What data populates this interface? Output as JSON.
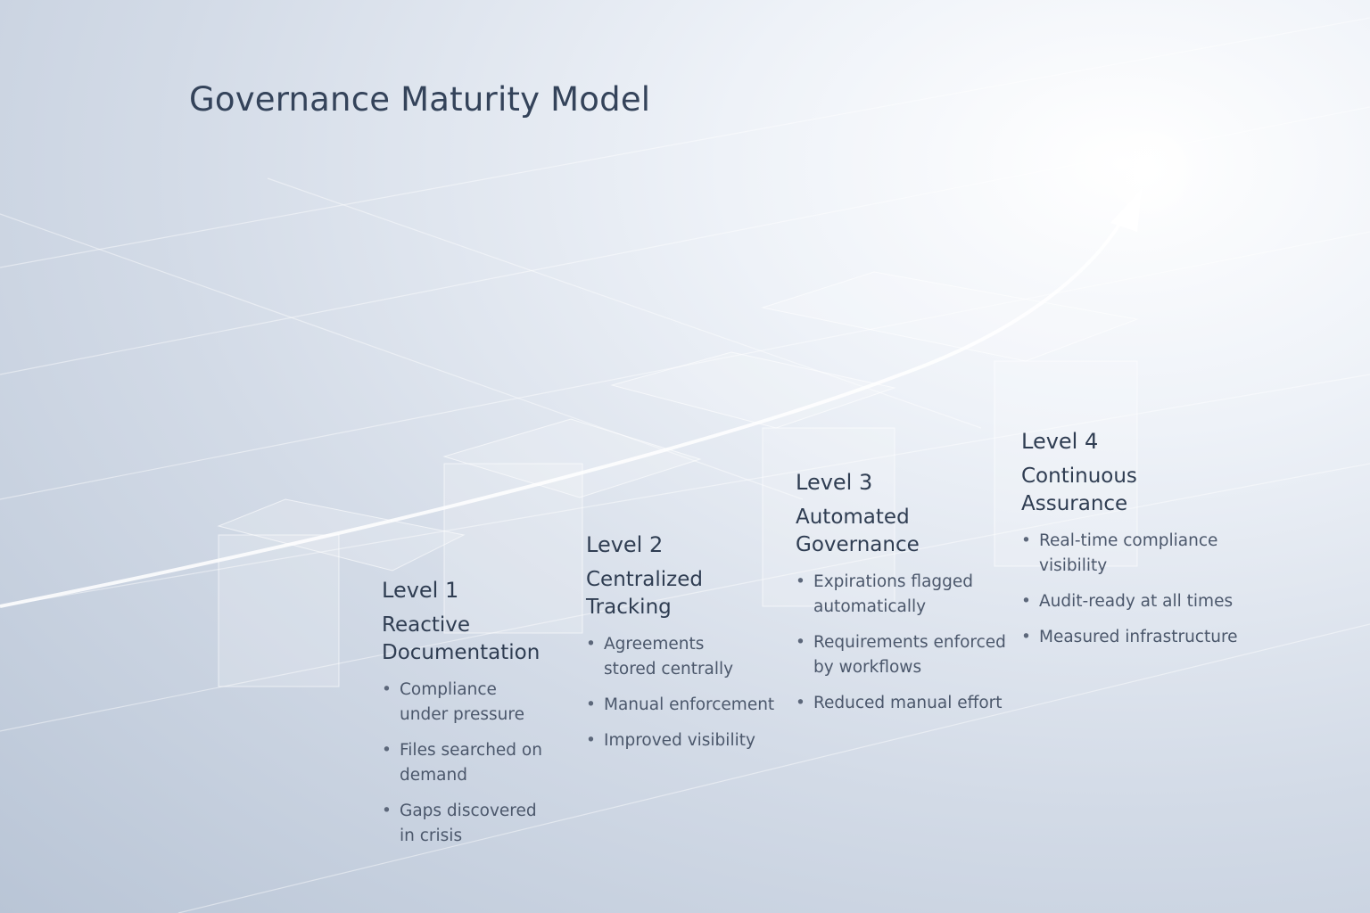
{
  "title": "Governance Maturity Model",
  "levels": [
    {
      "level": "Level 1",
      "name": "Reactive Documentation",
      "bullets": [
        "Compliance under pressure",
        "Files searched on demand",
        "Gaps discovered in crisis"
      ]
    },
    {
      "level": "Level 2",
      "name": "Centralized Tracking",
      "bullets": [
        "Agreements stored centrally",
        "Manual enforcement",
        "Improved visibility"
      ]
    },
    {
      "level": "Level 3",
      "name": "Automated Governance",
      "bullets": [
        "Expirations flagged automatically",
        "Requirements enforced by workflows",
        "Reduced manual effort"
      ]
    },
    {
      "level": "Level 4",
      "name": "Continuous Assurance",
      "bullets": [
        "Real-time compliance visibility",
        "Audit-ready at all times",
        "Measured infrastructure"
      ]
    }
  ]
}
